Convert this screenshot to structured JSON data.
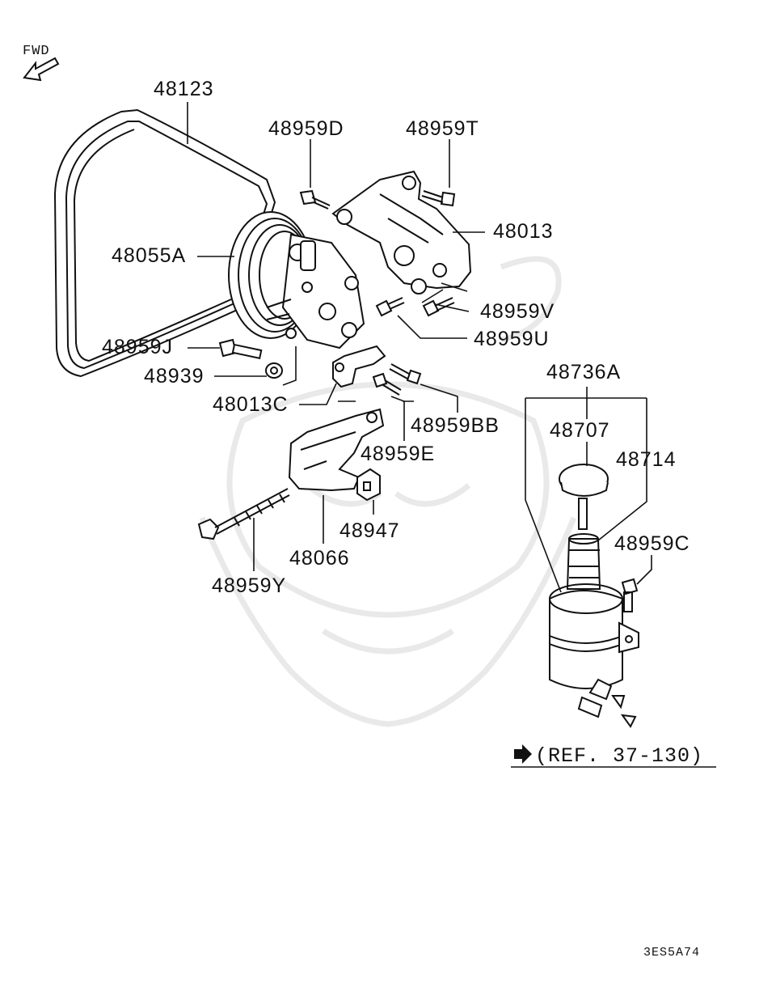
{
  "fwd_label": "FWD",
  "ref_label": "(REF. 37-130)",
  "diagram_code": "3ES5A74",
  "parts": {
    "p48123": "48123",
    "p48959D": "48959D",
    "p48959T": "48959T",
    "p48013": "48013",
    "p48055A": "48055A",
    "p48959V": "48959V",
    "p48959U": "48959U",
    "p48959J": "48959J",
    "p48939": "48939",
    "p48736A": "48736A",
    "p48013C": "48013C",
    "p48959BB": "48959BB",
    "p48707": "48707",
    "p48959E": "48959E",
    "p48714": "48714",
    "p48947": "48947",
    "p48959C": "48959C",
    "p48066": "48066",
    "p48959Y": "48959Y"
  }
}
